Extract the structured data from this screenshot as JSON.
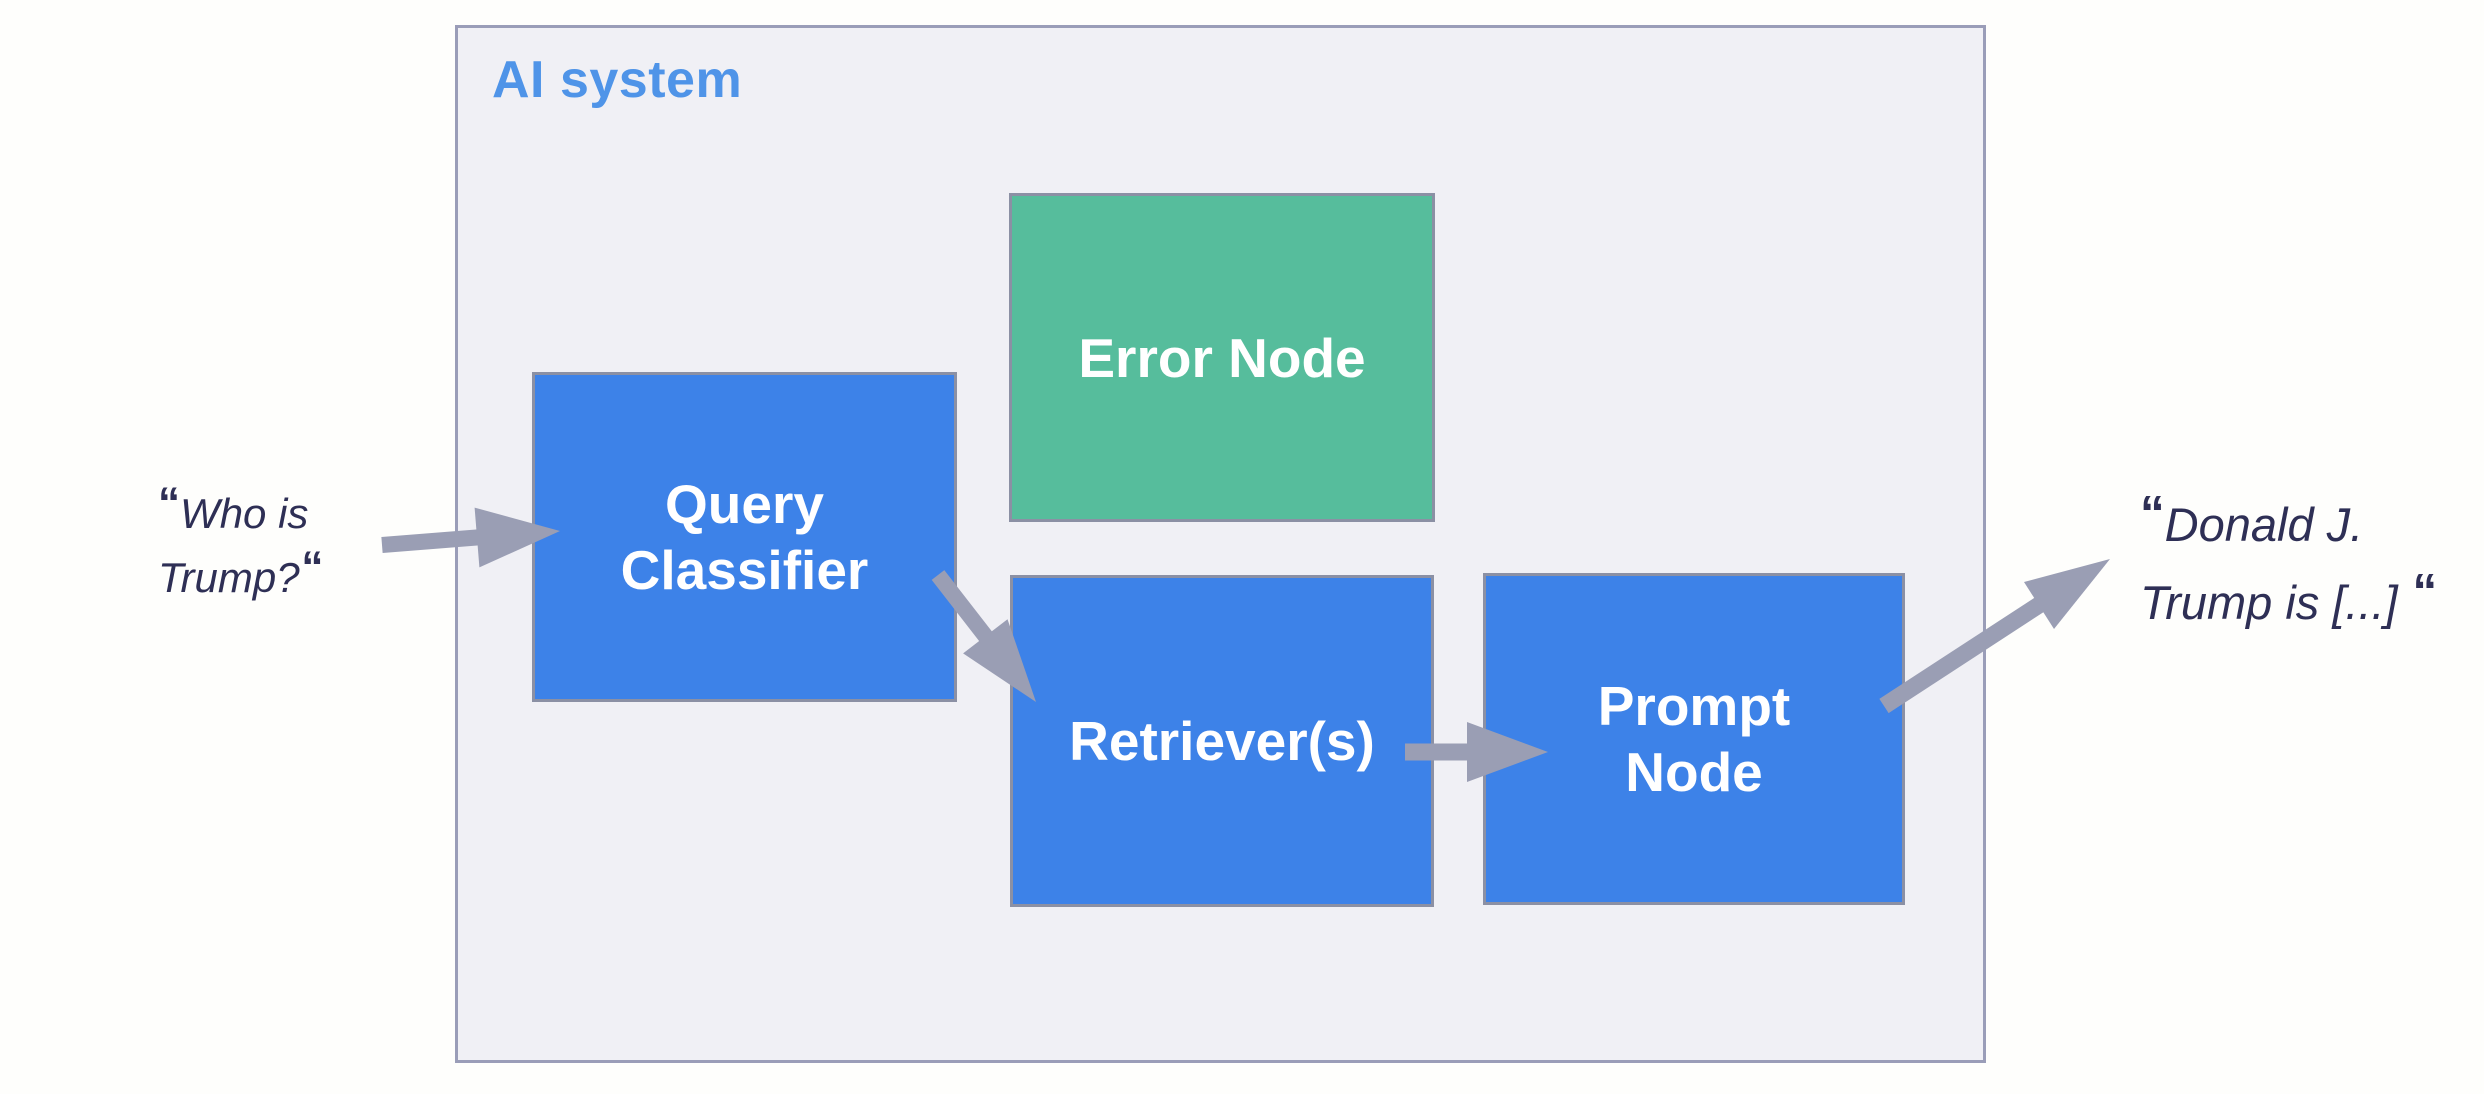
{
  "title": {
    "label": "AI system"
  },
  "input_quote": {
    "open_mark": "“",
    "line1": "Who is",
    "line2": "Trump?",
    "close_mark": "“"
  },
  "output_quote": {
    "open_mark": "“",
    "line1": "Donald J.",
    "line2": "Trump is [...]",
    "close_mark": "“"
  },
  "nodes": {
    "query_classifier": {
      "label": "Query Classifier",
      "label_lines": [
        "Query",
        "Classifier"
      ],
      "color": "#3d82e8"
    },
    "error_node": {
      "label": "Error Node",
      "label_lines": [
        "Error Node"
      ],
      "color": "#56bd9c"
    },
    "retrievers": {
      "label": "Retriever(s)",
      "label_lines": [
        "Retriever(s)"
      ],
      "color": "#3d82e8"
    },
    "prompt_node": {
      "label": "Prompt Node",
      "label_lines": [
        "Prompt",
        "Node"
      ],
      "color": "#3d82e8"
    }
  },
  "edges": [
    {
      "from": "input-question",
      "to": "query-classifier"
    },
    {
      "from": "query-classifier",
      "to": "retrievers"
    },
    {
      "from": "retrievers",
      "to": "prompt-node"
    },
    {
      "from": "prompt-node",
      "to": "output-answer"
    }
  ],
  "colors": {
    "page_bg": "#fefefc",
    "container_bg": "#f0f0f5",
    "container_border": "#9a9db8",
    "node_border": "#8b90a4",
    "node_text": "#ffffff",
    "node_blue": "#3d82e8",
    "node_green": "#56bd9c",
    "arrow": "#9a9eb4",
    "title_text": "#4f94e8",
    "quote_text": "#2e2f55"
  }
}
